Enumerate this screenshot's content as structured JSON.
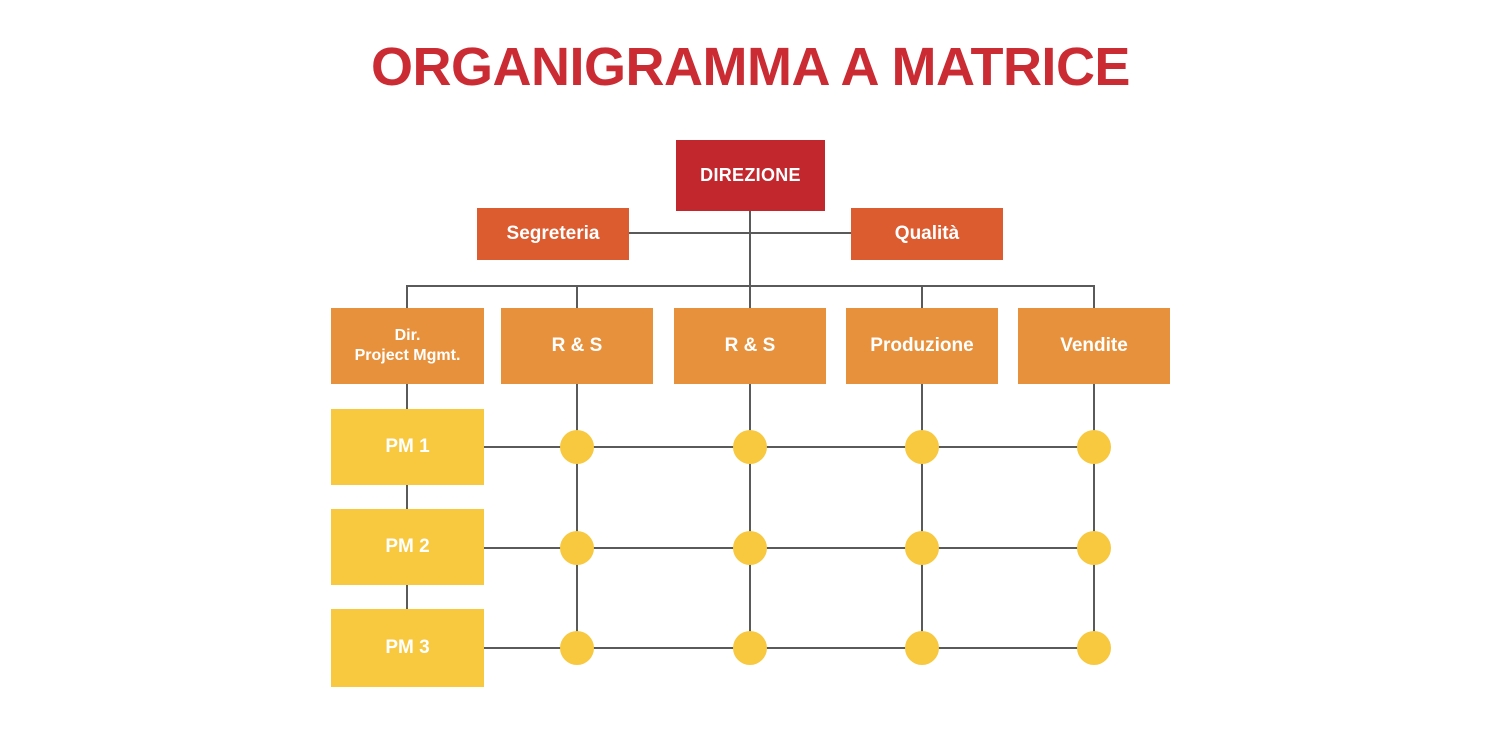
{
  "page": {
    "title": "ORGANIGRAMMA A MATRICE",
    "background_color": "#ffffff"
  },
  "colors": {
    "title_red": "#CB2B33",
    "direzione_red": "#C1272D",
    "staff_orange": "#DC5B2F",
    "department_orange": "#E8913C",
    "pm_yellow": "#F8C83F",
    "connector_gray": "#5A5A5A"
  },
  "chart_data": {
    "type": "diagram",
    "diagram_type": "matrix-organizational-chart",
    "title": "ORGANIGRAMMA A MATRICE",
    "levels": [
      {
        "name": "top-management",
        "nodes": [
          {
            "id": "direzione",
            "label": "DIREZIONE",
            "color": "#C1272D"
          }
        ]
      },
      {
        "name": "staff",
        "nodes": [
          {
            "id": "segreteria",
            "label": "Segreteria",
            "color": "#DC5B2F"
          },
          {
            "id": "qualita",
            "label": "Qualità",
            "color": "#DC5B2F"
          }
        ]
      },
      {
        "name": "departments",
        "nodes": [
          {
            "id": "dir-project-mgmt",
            "label_line1": "Dir.",
            "label_line2": "Project Mgmt.",
            "color": "#E8913C"
          },
          {
            "id": "rs-1",
            "label": "R & S",
            "color": "#E8913C"
          },
          {
            "id": "rs-2",
            "label": "R & S",
            "color": "#E8913C"
          },
          {
            "id": "produzione",
            "label": "Produzione",
            "color": "#E8913C"
          },
          {
            "id": "vendite",
            "label": "Vendite",
            "color": "#E8913C"
          }
        ]
      },
      {
        "name": "project-managers",
        "nodes": [
          {
            "id": "pm-1",
            "label": "PM 1",
            "color": "#F8C83F"
          },
          {
            "id": "pm-2",
            "label": "PM 2",
            "color": "#F8C83F"
          },
          {
            "id": "pm-3",
            "label": "PM 3",
            "color": "#F8C83F"
          }
        ]
      }
    ],
    "matrix_rows": [
      "PM 1",
      "PM 2",
      "PM 3"
    ],
    "matrix_columns": [
      "R & S",
      "R & S",
      "Produzione",
      "Vendite"
    ],
    "intersection_count": 12,
    "intersection_marker": "filled-circle"
  },
  "nodes": {
    "direzione": {
      "label": "DIREZIONE"
    },
    "segreteria": {
      "label": "Segreteria"
    },
    "qualita": {
      "label": "Qualità"
    },
    "dir_project_mgmt": {
      "line1": "Dir.",
      "line2": "Project Mgmt."
    },
    "rs_1": {
      "label": "R & S"
    },
    "rs_2": {
      "label": "R & S"
    },
    "produzione": {
      "label": "Produzione"
    },
    "vendite": {
      "label": "Vendite"
    },
    "pm_1": {
      "label": "PM 1"
    },
    "pm_2": {
      "label": "PM 2"
    },
    "pm_3": {
      "label": "PM 3"
    }
  }
}
